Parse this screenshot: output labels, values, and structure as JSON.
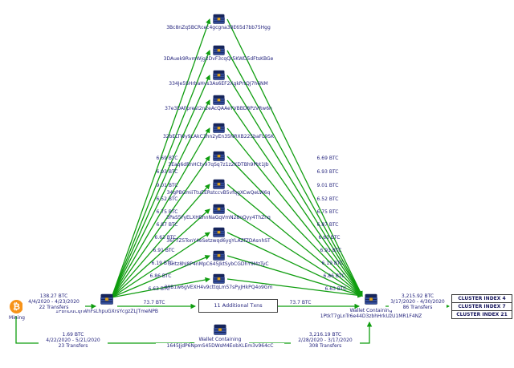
{
  "mining": {
    "label": "Mining"
  },
  "left_wallet": {
    "address": "1PbnDuCqrWnFsLhpuGXrsYcgzZLJTmeNPB"
  },
  "right_wallet": {
    "title": "Wallet Containing",
    "address": "1PtkT7gLnTr6e44D3zbhHrkUzU1MR1F4NZ"
  },
  "bottom_wallet": {
    "title": "Wallet Containing",
    "address": "1645JjdP6NpmS45DWsM4EobXLEm3v964cC"
  },
  "additional_txns": {
    "label": "11 Additional Txns"
  },
  "clusters": [
    {
      "label": "CLUSTER INDEX 4"
    },
    {
      "label": "CLUSTER INDEX 7"
    },
    {
      "label": "CLUSTER INDEX 21"
    }
  ],
  "intermediates": [
    {
      "address": "3Bc8nZq5BCRcec4gcgna38E65d7bb75Hgg",
      "in_btc": "6.69 BTC",
      "out_btc": "6.69 BTC"
    },
    {
      "address": "3DAuek9RvmWjg2DvF3cqQr5KWD5dFtsKBGe",
      "in_btc": "6.93 BTC",
      "out_btc": "6.93 BTC"
    },
    {
      "address": "334Je5SHrbaHvs3As6EF2XgkPrtQJ7h6NM",
      "in_btc": "9.01 BTC",
      "out_btc": "9.01 BTC"
    },
    {
      "address": "37e3DAFprest2n2eAcQAAeYVBBD8PzVRw6n",
      "in_btc": "6.52 BTC",
      "out_btc": "6.52 BTC"
    },
    {
      "address": "32bELTWy9LAkC3hn2yEn35NRXB225baFL9SK",
      "in_btc": "6.75 BTC",
      "out_btc": "6.75 BTC"
    },
    {
      "address": "3Eaq6dRnHCty97qSq7z1z2KDTBh9Pbt1Jb",
      "in_btc": "6.87 BTC",
      "out_btc": "6.87 BTC"
    },
    {
      "address": "34gPBGmiiTtuEERstccvB5vfqgXCwQeLW6q",
      "in_btc": "6.63 BTC",
      "out_btc": "6.63 BTC"
    },
    {
      "address": "3PaS5FyELXHBhnNaGqVmN28nQyy4ThZnq",
      "in_btc": "6.91 BTC",
      "out_btc": "6.91 BTC"
    },
    {
      "address": "36T7Z5TonY4eSetzwqd6ygYLAZfZDAsnhST",
      "in_btc": "6.19 BTC",
      "out_btc": "6.19 BTC"
    },
    {
      "address": "3Htz8hJ8P4nMpC645JktSybCGDhY9MzTyC",
      "in_btc": "6.86 BTC",
      "out_btc": "6.86 BTC"
    },
    {
      "address": "39B1w6gVEXH4v9cttqLm57sPyJHkPQ4o9Gm",
      "in_btc": "6.63 BTC",
      "out_btc": "6.63 BTC"
    }
  ],
  "edges": {
    "mining_to_left": {
      "btc": "138.27 BTC",
      "dates": "4/4/2020 - 4/23/2020",
      "transfers": "22 Transfers"
    },
    "left_to_txns": {
      "btc": "73.7 BTC"
    },
    "txns_to_right": {
      "btc": "73.7 BTC"
    },
    "right_to_clusters": {
      "btc": "3,215.92 BTC",
      "dates": "3/17/2020 - 4/30/2020",
      "transfers": "86 Transfers"
    },
    "mining_to_bottom": {
      "btc": "1.69 BTC",
      "dates": "4/22/2020 - 5/21/2020",
      "transfers": "23 Transfers"
    },
    "bottom_to_right": {
      "btc": "3,216.19 BTC",
      "dates": "2/28/2020 - 3/17/2020",
      "transfers": "308 Transfers"
    }
  }
}
